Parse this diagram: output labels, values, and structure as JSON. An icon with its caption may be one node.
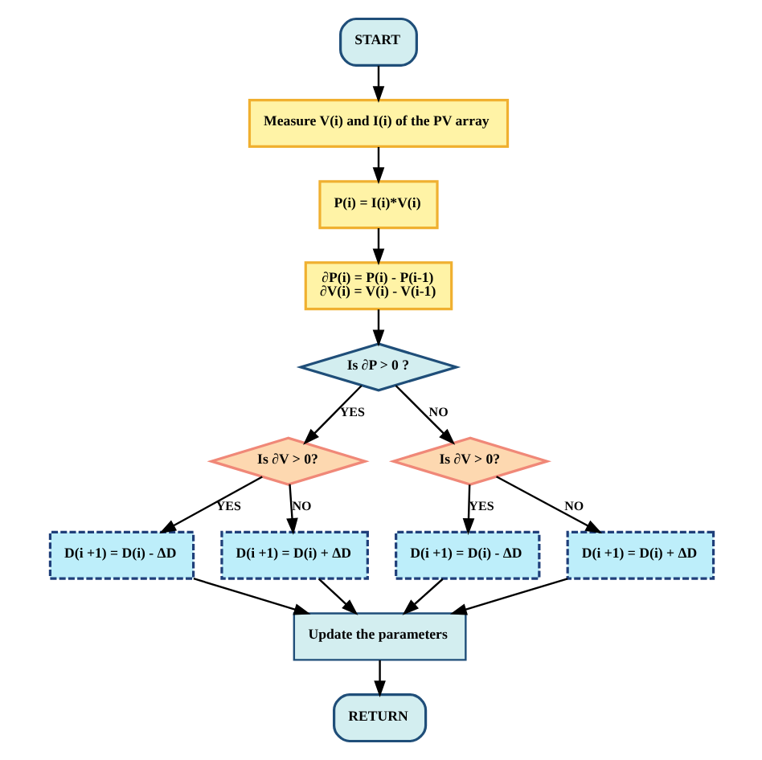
{
  "diagram": {
    "nodes": [
      {
        "text": [
          "START"
        ]
      },
      {
        "text": [
          "Measure V(i) and I(i) of the PV array"
        ]
      },
      {
        "text": [
          "P(i) = I(i)*V(i)"
        ]
      },
      {
        "text": [
          "∂P(i) = P(i) - P(i-1)",
          "∂V(i) = V(i) - V(i-1)"
        ]
      },
      {
        "text": [
          "Is ∂P > 0 ?"
        ]
      },
      {
        "text": [
          "Is ∂V > 0?"
        ]
      },
      {
        "text": [
          "Is ∂V > 0?"
        ]
      },
      {
        "text": [
          "D(i +1) = D(i) - ΔD"
        ]
      },
      {
        "text": [
          "D(i +1) = D(i) + ΔD"
        ]
      },
      {
        "text": [
          "D(i +1) = D(i) - ΔD"
        ]
      },
      {
        "text": [
          "D(i +1) = D(i) + ΔD"
        ]
      },
      {
        "text": [
          "Update the parameters"
        ]
      },
      {
        "text": [
          "RETURN"
        ]
      }
    ],
    "edges": [
      {
        "from": 0,
        "to": 1,
        "arrow": "to"
      },
      {
        "from": 1,
        "to": 2,
        "arrow": "to"
      },
      {
        "from": 2,
        "to": 3,
        "arrow": "to"
      },
      {
        "from": 3,
        "to": 4,
        "arrow": "to"
      },
      {
        "from": 4,
        "to": 5,
        "arrow": "to",
        "label": "YES"
      },
      {
        "from": 4,
        "to": 6,
        "arrow": "to",
        "label": "NO"
      },
      {
        "from": 5,
        "to": 7,
        "arrow": "to",
        "label": "YES"
      },
      {
        "from": 5,
        "to": 8,
        "arrow": "to",
        "label": "NO"
      },
      {
        "from": 6,
        "to": 9,
        "arrow": "to",
        "label": "YES"
      },
      {
        "from": 6,
        "to": 10,
        "arrow": "to",
        "label": "NO"
      },
      {
        "from": 7,
        "to": 11,
        "arrow": "to"
      },
      {
        "from": 8,
        "to": 11,
        "arrow": "to"
      },
      {
        "from": 9,
        "to": 11,
        "arrow": "to"
      },
      {
        "from": 10,
        "to": 11,
        "arrow": "to"
      },
      {
        "from": 11,
        "to": 12,
        "arrow": "to"
      }
    ]
  }
}
